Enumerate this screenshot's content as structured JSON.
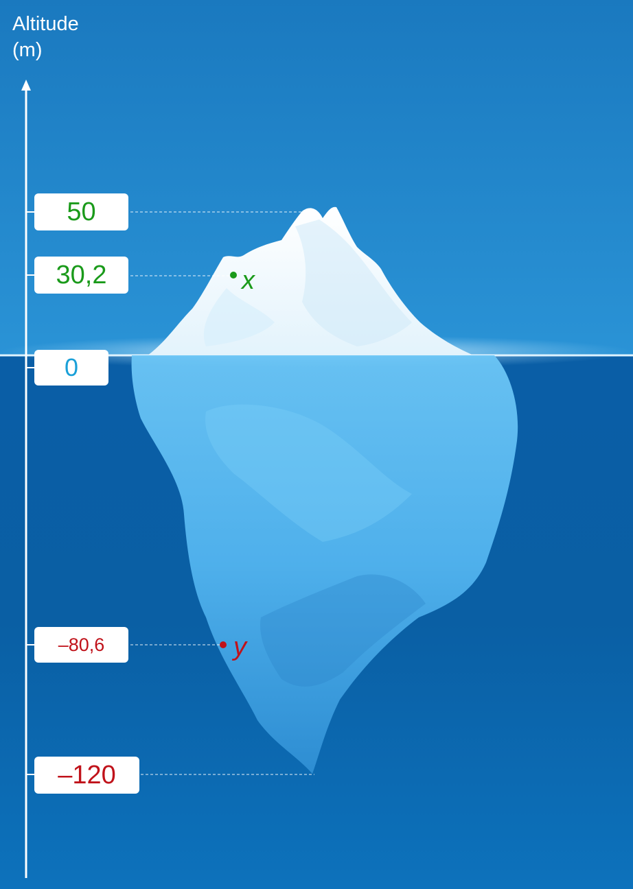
{
  "axis": {
    "title_line1": "Altitude",
    "title_line2": "(m)"
  },
  "ticks": [
    {
      "value": "50",
      "color": "#1a9a1a"
    },
    {
      "value": "30,2",
      "color": "#1a9a1a"
    },
    {
      "value": "0",
      "color": "#1aa0d8"
    },
    {
      "value": "–80,6",
      "color": "#c0121a"
    },
    {
      "value": "–120",
      "color": "#c0121a"
    }
  ],
  "points": [
    {
      "name": "x",
      "color": "#1a9a1a",
      "altitude": 30.2
    },
    {
      "name": "y",
      "color": "#c0121a",
      "altitude": -80.6
    }
  ],
  "colors": {
    "sky": "#1f86c9",
    "sea": "#0a5fa5",
    "ice_above": "#ffffff",
    "ice_below": "#4fb2ee",
    "axis": "#ffffff"
  }
}
